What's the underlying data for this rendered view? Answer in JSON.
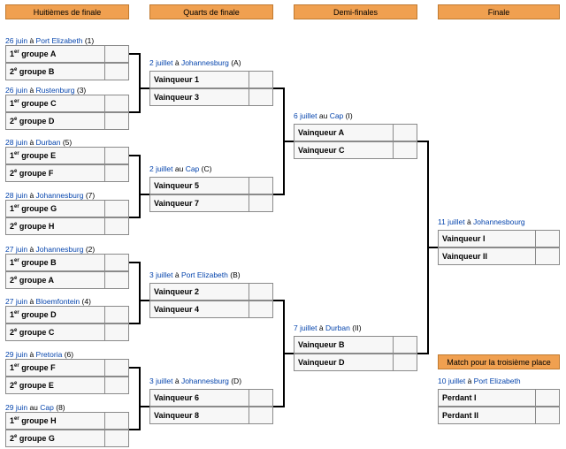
{
  "headers": {
    "r16": "Huitièmes de finale",
    "qf": "Quarts de finale",
    "sf": "Demi-finales",
    "final": "Finale",
    "third": "Match pour la troisième place"
  },
  "r16": [
    {
      "date": "26 juin",
      "sep": "à",
      "city": "Port Elizabeth",
      "num": "(1)",
      "a": {
        "pre": "1",
        "sup": "er",
        "post": " groupe A"
      },
      "b": {
        "pre": "2",
        "sup": "e",
        "post": " groupe B"
      }
    },
    {
      "date": "26 juin",
      "sep": "à",
      "city": "Rustenburg",
      "num": "(3)",
      "a": {
        "pre": "1",
        "sup": "er",
        "post": " groupe C"
      },
      "b": {
        "pre": "2",
        "sup": "e",
        "post": " groupe D"
      }
    },
    {
      "date": "28 juin",
      "sep": "à",
      "city": "Durban",
      "num": "(5)",
      "a": {
        "pre": "1",
        "sup": "er",
        "post": " groupe E"
      },
      "b": {
        "pre": "2",
        "sup": "e",
        "post": " groupe F"
      }
    },
    {
      "date": "28 juin",
      "sep": "à",
      "city": "Johannesburg",
      "num": "(7)",
      "a": {
        "pre": "1",
        "sup": "er",
        "post": " groupe G"
      },
      "b": {
        "pre": "2",
        "sup": "e",
        "post": " groupe H"
      }
    },
    {
      "date": "27 juin",
      "sep": "à",
      "city": "Johannesburg",
      "num": "(2)",
      "a": {
        "pre": "1",
        "sup": "er",
        "post": " groupe B"
      },
      "b": {
        "pre": "2",
        "sup": "e",
        "post": " groupe A"
      }
    },
    {
      "date": "27 juin",
      "sep": "à",
      "city": "Bloemfontein",
      "num": "(4)",
      "a": {
        "pre": "1",
        "sup": "er",
        "post": " groupe D"
      },
      "b": {
        "pre": "2",
        "sup": "e",
        "post": " groupe C"
      }
    },
    {
      "date": "29 juin",
      "sep": "à",
      "city": "Pretoria",
      "num": "(6)",
      "a": {
        "pre": "1",
        "sup": "er",
        "post": " groupe F"
      },
      "b": {
        "pre": "2",
        "sup": "e",
        "post": " groupe E"
      }
    },
    {
      "date": "29 juin",
      "sep": "au",
      "city": "Cap",
      "num": "(8)",
      "a": {
        "pre": "1",
        "sup": "er",
        "post": " groupe H"
      },
      "b": {
        "pre": "2",
        "sup": "e",
        "post": " groupe G"
      }
    }
  ],
  "qf": [
    {
      "date": "2 juillet",
      "sep": "à",
      "city": "Johannesburg",
      "num": "(A)",
      "a": "Vainqueur 1",
      "b": "Vainqueur 3"
    },
    {
      "date": "2 juillet",
      "sep": "au",
      "city": "Cap",
      "num": "(C)",
      "a": "Vainqueur 5",
      "b": "Vainqueur 7"
    },
    {
      "date": "3 juillet",
      "sep": "à",
      "city": "Port Elizabeth",
      "num": "(B)",
      "a": "Vainqueur 2",
      "b": "Vainqueur 4"
    },
    {
      "date": "3 juillet",
      "sep": "à",
      "city": "Johannesburg",
      "num": "(D)",
      "a": "Vainqueur 6",
      "b": "Vainqueur 8"
    }
  ],
  "sf": [
    {
      "date": "6 juillet",
      "sep": "au",
      "city": "Cap",
      "num": "(I)",
      "a": "Vainqueur A",
      "b": "Vainqueur C"
    },
    {
      "date": "7 juillet",
      "sep": "à",
      "city": "Durban",
      "num": "(II)",
      "a": "Vainqueur B",
      "b": "Vainqueur D"
    }
  ],
  "final": {
    "date": "11 juillet",
    "sep": "à",
    "city": "Johannesbourg",
    "num": "",
    "a": "Vainqueur I",
    "b": "Vainqueur II"
  },
  "third": {
    "date": "10 juillet",
    "sep": "à",
    "city": "Port Elizabeth",
    "num": "",
    "a": "Perdant I",
    "b": "Perdant II"
  },
  "colors": {
    "header_bg": "#f0a050",
    "link": "#0645ad",
    "cell_bg": "#f7f7f7",
    "border": "#8a8a8a"
  }
}
